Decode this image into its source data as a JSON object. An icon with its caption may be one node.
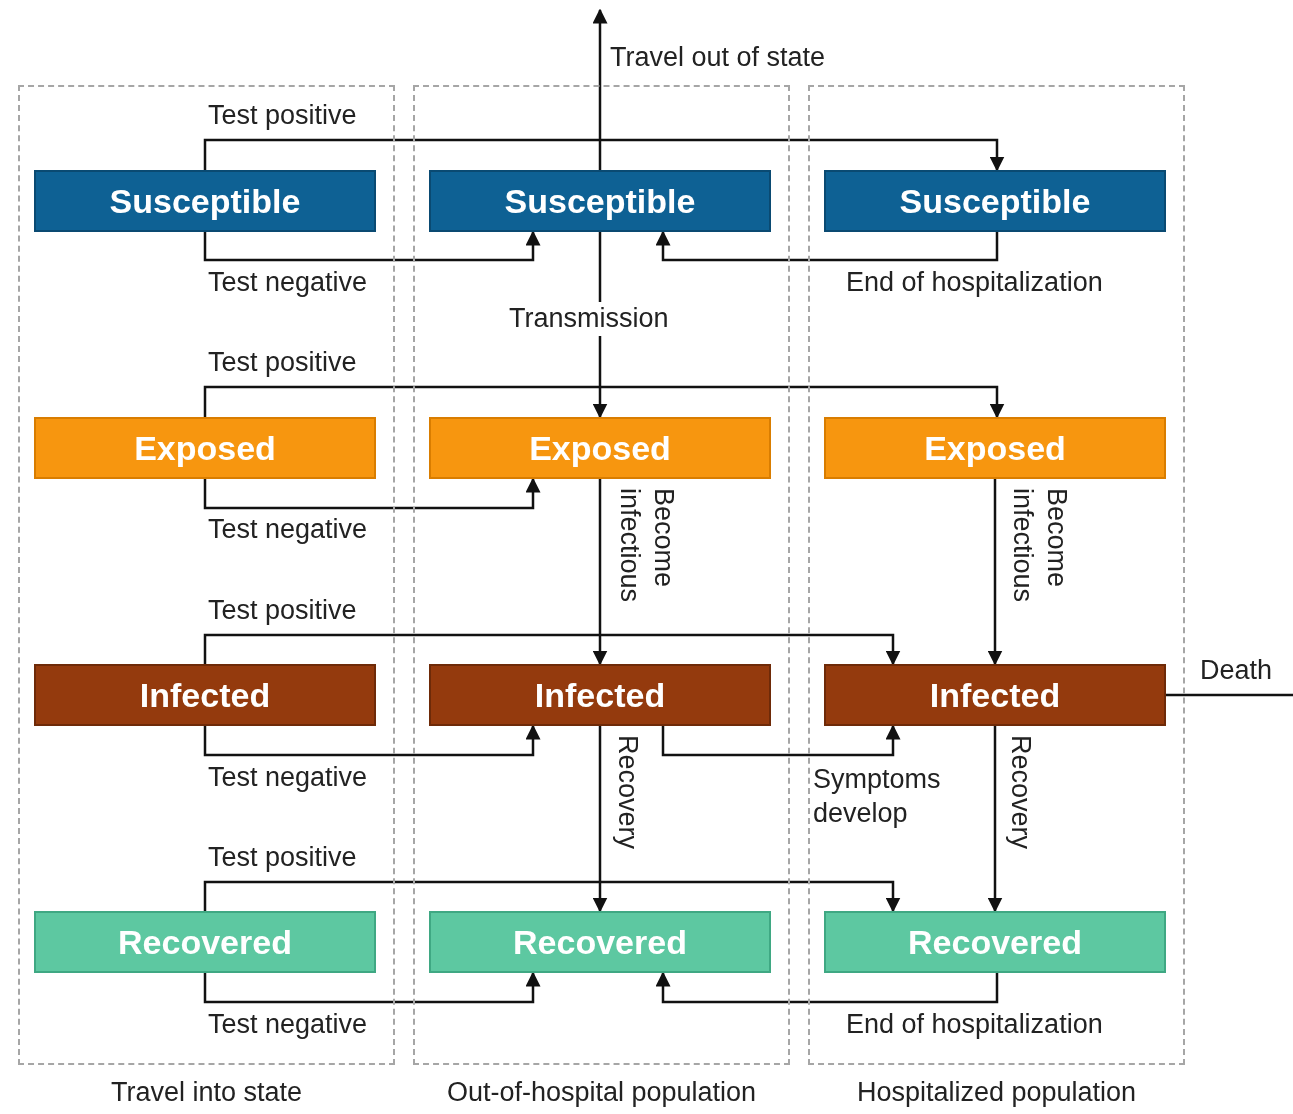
{
  "diagram": {
    "nodes": [
      {
        "text": [
          "Travel into state"
        ]
      },
      {
        "text": [
          "Out-of-hospital population"
        ]
      },
      {
        "text": [
          "Hospitalized population"
        ]
      },
      {
        "text": [
          "Susceptible"
        ],
        "in": 0
      },
      {
        "text": [
          "Susceptible"
        ],
        "in": 1
      },
      {
        "text": [
          "Susceptible"
        ],
        "in": 2
      },
      {
        "text": [
          "Exposed"
        ],
        "in": 0
      },
      {
        "text": [
          "Exposed"
        ],
        "in": 1
      },
      {
        "text": [
          "Exposed"
        ],
        "in": 2
      },
      {
        "text": [
          "Infected"
        ],
        "in": 0
      },
      {
        "text": [
          "Infected"
        ],
        "in": 1
      },
      {
        "text": [
          "Infected"
        ],
        "in": 2
      },
      {
        "text": [
          "Recovered"
        ],
        "in": 0
      },
      {
        "text": [
          "Recovered"
        ],
        "in": 1
      },
      {
        "text": [
          "Recovered"
        ],
        "in": 2
      }
    ],
    "edges": [
      {
        "from": 3,
        "to": 5,
        "arrow": "to",
        "label": "Test positive"
      },
      {
        "from": 3,
        "to": 4,
        "arrow": "to",
        "label": "Test negative"
      },
      {
        "from": 5,
        "to": 4,
        "arrow": "to",
        "label": "End of hospitalization"
      },
      {
        "from": 4,
        "to": null,
        "arrow": "to",
        "label": "Travel out of state"
      },
      {
        "from": 4,
        "to": 7,
        "arrow": "to",
        "label": "Transmission"
      },
      {
        "from": 6,
        "to": 8,
        "arrow": "to",
        "label": "Test positive"
      },
      {
        "from": 6,
        "to": 7,
        "arrow": "to",
        "label": "Test negative"
      },
      {
        "from": 7,
        "to": 10,
        "arrow": "to",
        "label": "Become infectious"
      },
      {
        "from": 8,
        "to": 11,
        "arrow": "to",
        "label": "Become infectious"
      },
      {
        "from": 9,
        "to": 11,
        "arrow": "to",
        "label": "Test positive"
      },
      {
        "from": 9,
        "to": 10,
        "arrow": "to",
        "label": "Test negative"
      },
      {
        "from": 10,
        "to": 11,
        "arrow": "to",
        "label": "Symptoms develop"
      },
      {
        "from": 11,
        "to": null,
        "arrow": "none",
        "label": "Death"
      },
      {
        "from": 10,
        "to": 13,
        "arrow": "to",
        "label": "Recovery"
      },
      {
        "from": 11,
        "to": 14,
        "arrow": "to",
        "label": "Recovery"
      },
      {
        "from": 12,
        "to": 14,
        "arrow": "to",
        "label": "Test positive"
      },
      {
        "from": 12,
        "to": 13,
        "arrow": "to",
        "label": "Test negative"
      },
      {
        "from": 14,
        "to": 13,
        "arrow": "to",
        "label": "End of hospitalization"
      }
    ]
  }
}
